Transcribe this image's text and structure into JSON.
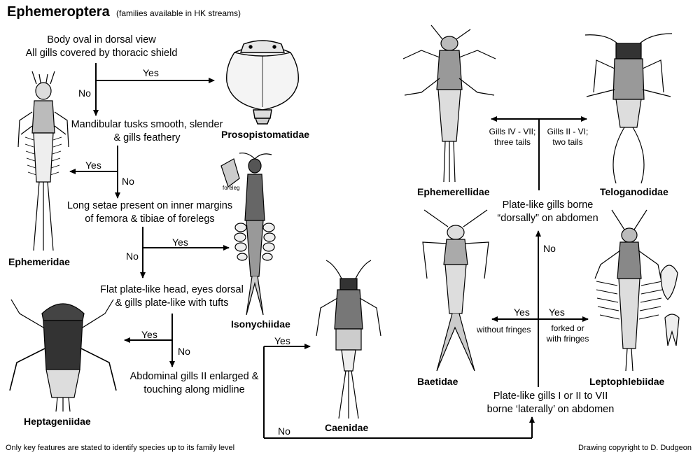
{
  "header": {
    "title": "Ephemeroptera",
    "subtitle": "(families available in HK streams)"
  },
  "questions": {
    "q1_line1": "Body oval in dorsal view",
    "q1_line2": "All gills covered by thoracic shield",
    "q2_line1": "Mandibular tusks smooth, slender",
    "q2_line2": "& gills feathery",
    "q3_line1": "Long setae present on inner margins",
    "q3_line2": "of femora & tibiae of forelegs",
    "q4_line1": "Flat plate-like head, eyes dorsal",
    "q4_line2": "& gills plate-like with tufts",
    "q5_line1": "Abdominal gills II enlarged &",
    "q5_line2": "touching along midline",
    "q6_line1": "Plate-like gills I or II to VII",
    "q6_line2": "borne ‘laterally’ on abdomen",
    "q7_line1": "Plate-like gills borne",
    "q7_line2": "“dorsally” on abdomen"
  },
  "labels": {
    "yes": "Yes",
    "no": "No",
    "without_fringes": "without fringes",
    "forked_1": "forked or",
    "forked_2": "with fringes",
    "gills_iv_1": "Gills IV - VII;",
    "gills_iv_2": "three tails",
    "gills_ii_1": "Gills II - VI;",
    "gills_ii_2": "two tails",
    "foreleg": "foreleg"
  },
  "families": {
    "prosopistomatidae": "Prosopistomatidae",
    "ephemeridae": "Ephemeridae",
    "isonychiidae": "Isonychiidae",
    "heptageniidae": "Heptageniidae",
    "caenidae": "Caenidae",
    "ephemerellidae": "Ephemerellidae",
    "teloganodidae": "Teloganodidae",
    "baetidae": "Baetidae",
    "leptophlebiidae": "Leptophlebiidae"
  },
  "footer": {
    "left": "Only key features are stated to identify species up to its family level",
    "right": "Drawing copyright to D. Dudgeon"
  }
}
